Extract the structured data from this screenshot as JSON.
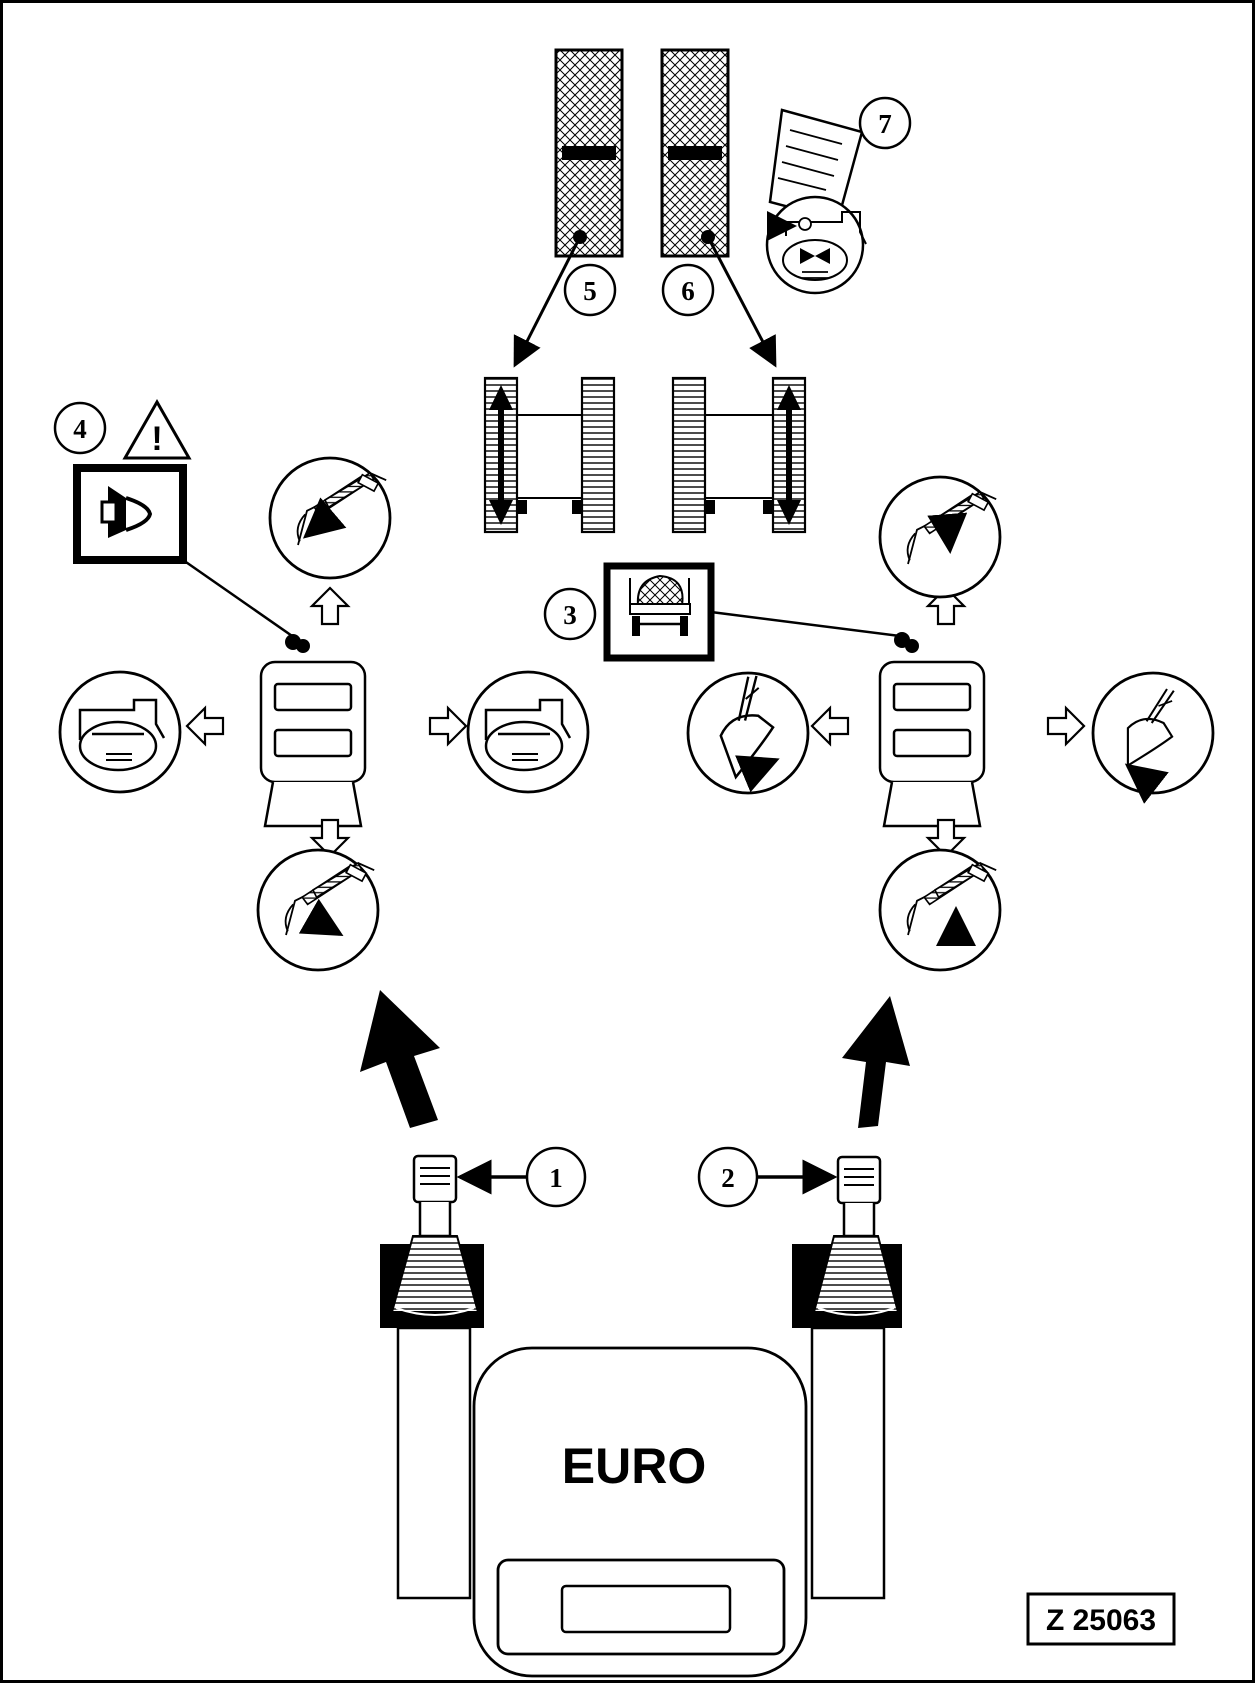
{
  "figure_ref": "Z 25063",
  "seat_label": "EURO",
  "callouts": [
    "1",
    "2",
    "3",
    "4",
    "5",
    "6",
    "7"
  ],
  "warning_symbol": "!",
  "icons": {
    "horn": "horn-icon",
    "warning": "warning-triangle-icon",
    "ride_control": "ride-control-icon",
    "swing": "swing-icon",
    "boom": "boom-icon",
    "bucket": "bucket-icon",
    "manual": "operator-manual-icon",
    "track": "track-icon"
  }
}
